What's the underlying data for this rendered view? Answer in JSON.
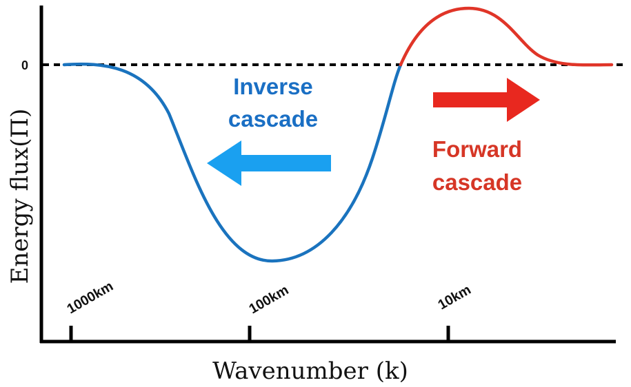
{
  "axes": {
    "x_title": "Wavenumber (k)",
    "y_title": "Energy flux(Π)",
    "zero_label": "0",
    "ticks": [
      {
        "label": "1000km"
      },
      {
        "label": "100km"
      },
      {
        "label": "10km"
      }
    ]
  },
  "annotations": {
    "inverse_line1": "Inverse",
    "inverse_line2": "cascade",
    "forward_line1": "Forward",
    "forward_line2": "cascade"
  },
  "colors": {
    "inverse_curve": "#1a73be",
    "forward_curve": "#e03528",
    "inverse_arrow": "#1aa0f0",
    "forward_arrow": "#e8281f",
    "inverse_text": "#1a6fc4",
    "forward_text": "#d63626",
    "axis": "#000000"
  }
}
